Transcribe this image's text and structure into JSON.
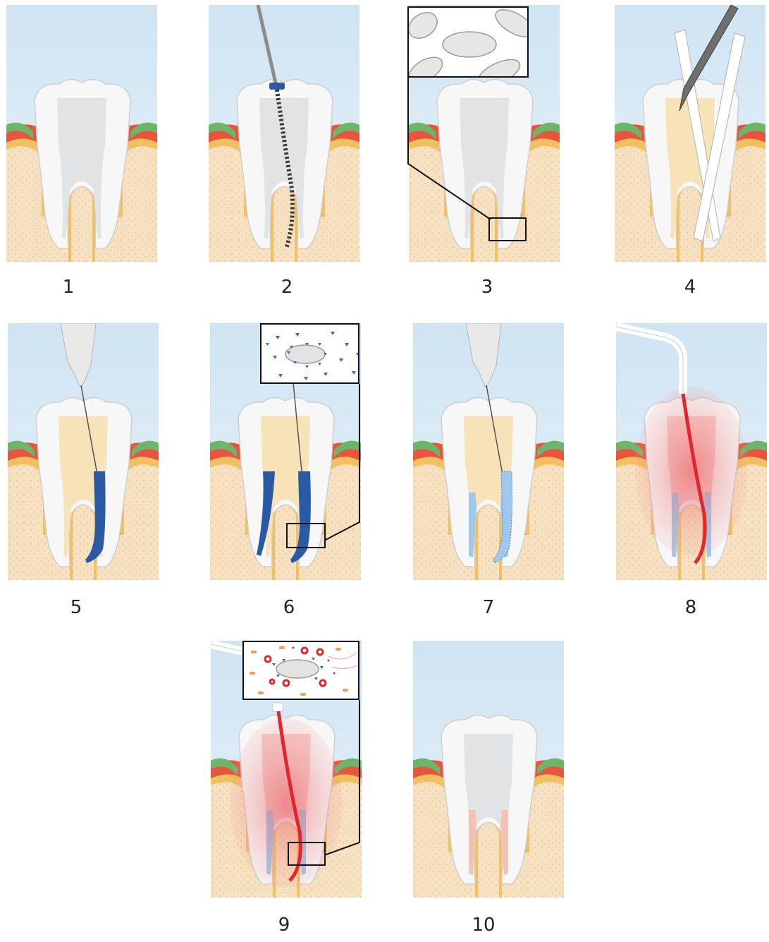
{
  "steps": [
    {
      "label": "1"
    },
    {
      "label": "2"
    },
    {
      "label": "3"
    },
    {
      "label": "4"
    },
    {
      "label": "5"
    },
    {
      "label": "6"
    },
    {
      "label": "7"
    },
    {
      "label": "8"
    },
    {
      "label": "9"
    },
    {
      "label": "10"
    }
  ],
  "colors": {
    "sky": "#d4e8f5",
    "gum": "#6db56a",
    "gum_red": "#e8553f",
    "bone_edge": "#f2c060",
    "bone": "#f6e2c2",
    "enamel": "#f7f7f7",
    "pulp": "#dfe0e2",
    "file_blue": "#2a5aa3",
    "irrigant": "#9fc8ec",
    "laser_red": "#e0262e",
    "filling_tan": "#f7dfb0",
    "root_fill_pink": "#f2c3b0"
  },
  "icons": {
    "panel_2": "file-icon",
    "panel_3": "bacteria-inset",
    "panel_4": "scalpel-icon",
    "panel_5": "syringe-icon",
    "panel_6": "disinfectant-inset",
    "panel_8": "laser-fiber-icon",
    "panel_9": "laser-activation-inset"
  }
}
